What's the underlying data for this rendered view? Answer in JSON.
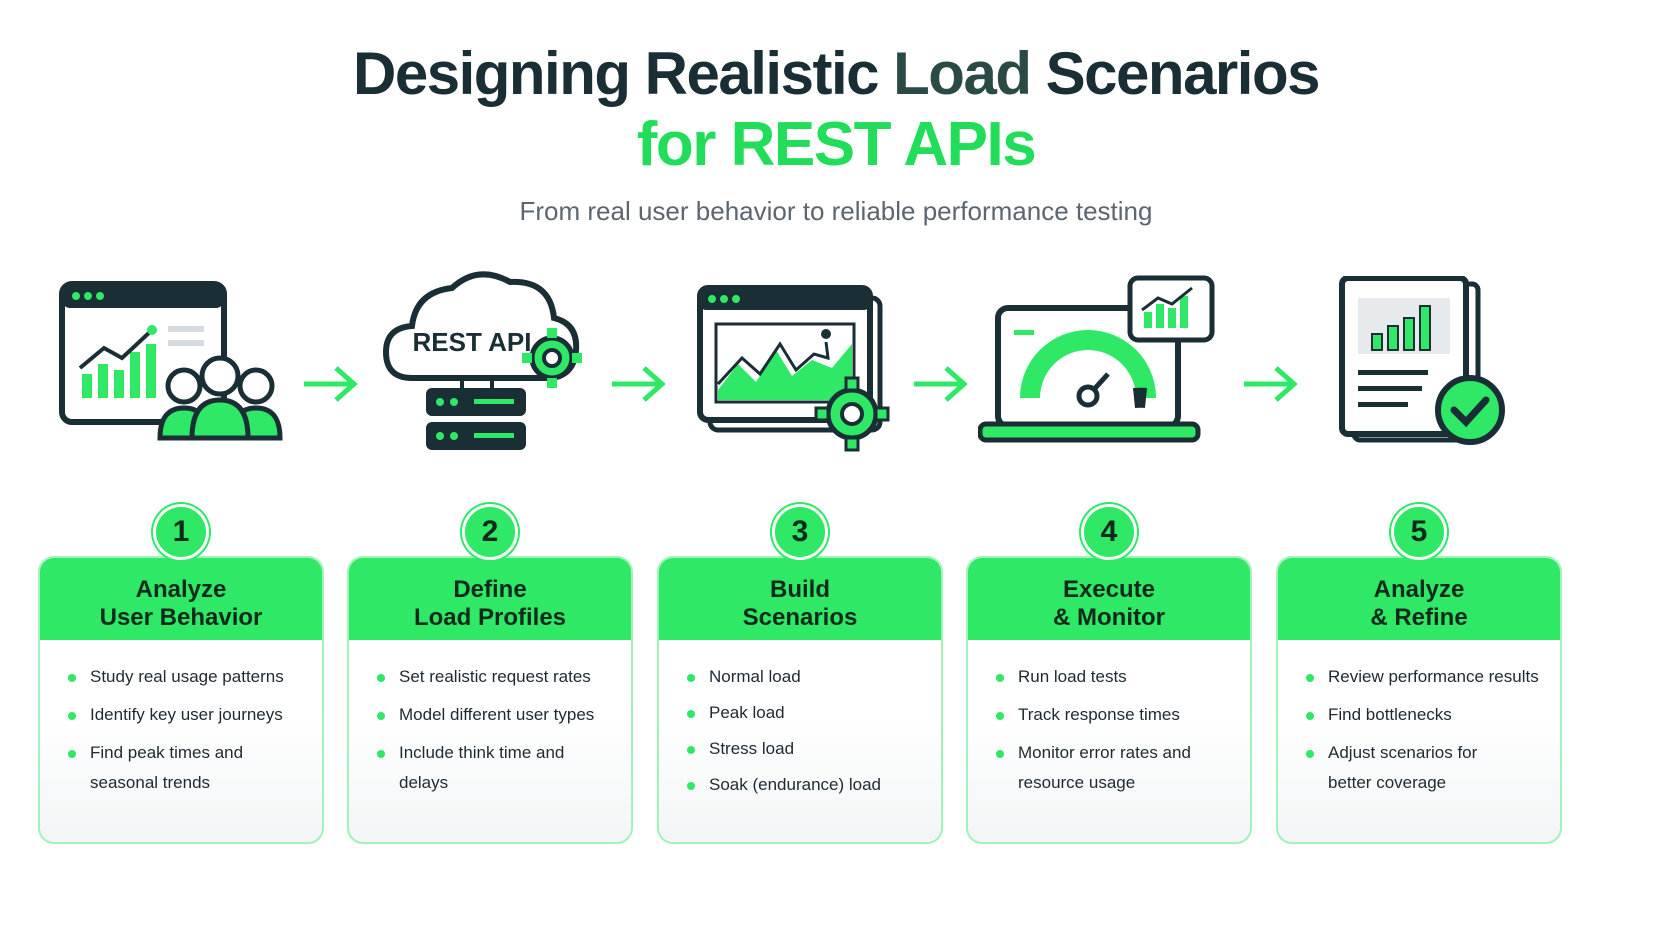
{
  "title": {
    "line1_part1": "Designing Realistic ",
    "line1_part2": "Load",
    "line1_part3": " Scenarios",
    "line2": "for REST APIs"
  },
  "subtitle": "From real user behavior to reliable performance testing",
  "colors": {
    "accent": "#2ee866",
    "dark": "#1a2e35",
    "text": "#1e2a33"
  },
  "icon_labels": {
    "rest_api": "REST API"
  },
  "steps": [
    {
      "number": "1",
      "title_line1": "Analyze",
      "title_line2": "User Behavior",
      "icon": "dashboard-users-icon",
      "items": [
        "Study real usage patterns",
        "Identify key user journeys",
        "Find peak times and seasonal trends"
      ]
    },
    {
      "number": "2",
      "title_line1": "Define",
      "title_line2": "Load Profiles",
      "icon": "cloud-server-icon",
      "items": [
        "Set realistic request rates",
        "Model different user types",
        "Include think time and delays"
      ]
    },
    {
      "number": "3",
      "title_line1": "Build",
      "title_line2": "Scenarios",
      "icon": "browser-chart-gear-icon",
      "items": [
        "Normal load",
        "Peak load",
        "Stress load",
        "Soak (endurance) load"
      ]
    },
    {
      "number": "4",
      "title_line1": "Execute",
      "title_line2": "& Monitor",
      "icon": "laptop-gauge-icon",
      "items": [
        "Run load tests",
        "Track response times",
        "Monitor error rates and resource usage"
      ]
    },
    {
      "number": "5",
      "title_line1": "Analyze",
      "title_line2": "& Refine",
      "icon": "report-check-icon",
      "items": [
        "Review performance results",
        "Find bottlenecks",
        "Adjust scenarios for better coverage"
      ]
    }
  ]
}
